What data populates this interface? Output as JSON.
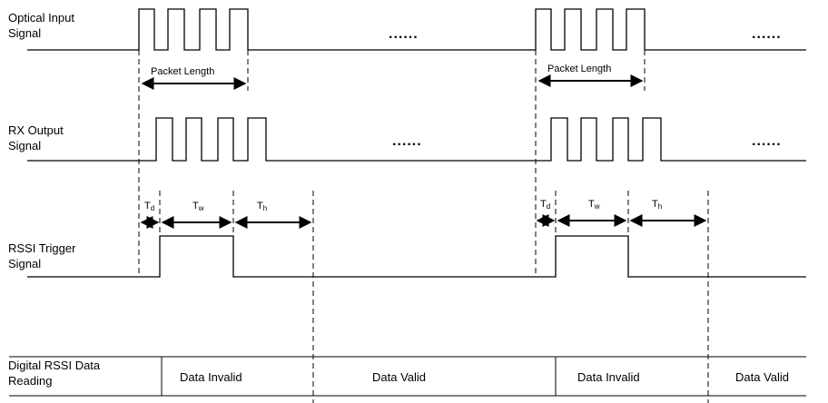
{
  "labels": {
    "optical_line1": "Optical Input",
    "optical_line2": "Signal",
    "rx_line1": "RX Output",
    "rx_line2": "Signal",
    "rssi_line1": "RSSI Trigger",
    "rssi_line2": "Signal",
    "digital_line1": "Digital RSSI Data",
    "digital_line2": "Reading"
  },
  "packet_length_label": "Packet Length",
  "timing": {
    "t": "T",
    "d": "d",
    "w": "w",
    "h": "h"
  },
  "ellipsis": "......",
  "data_states": {
    "invalid": "Data Invalid",
    "valid": "Data Valid"
  }
}
